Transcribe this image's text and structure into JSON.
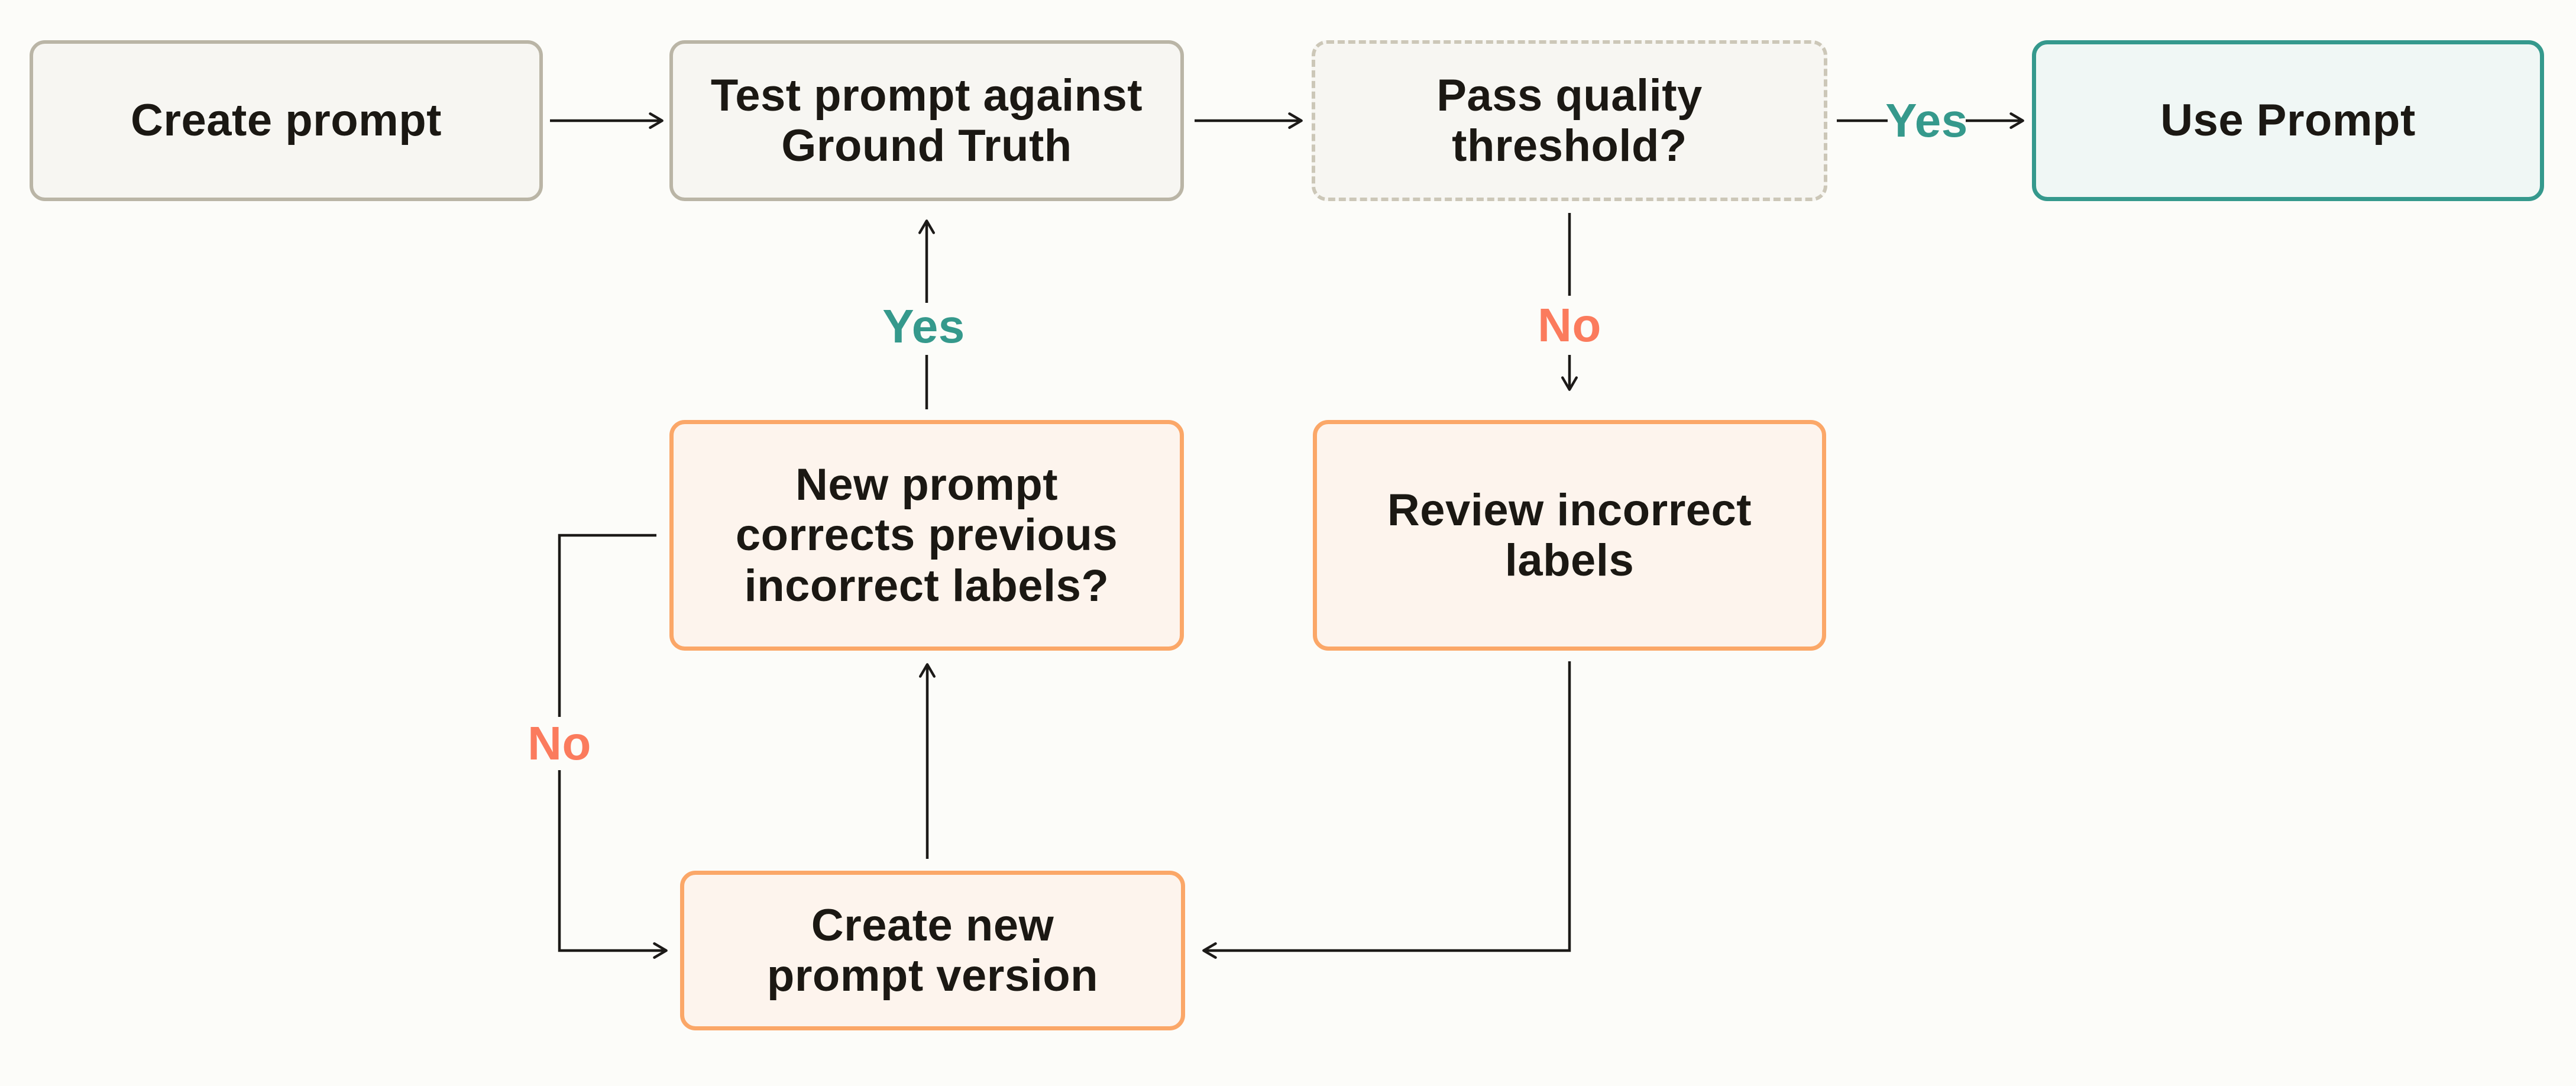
{
  "diagram": {
    "type": "flowchart",
    "nodes": {
      "create_prompt": {
        "label": "Create prompt",
        "style": "neutral"
      },
      "test_prompt": {
        "label": "Test prompt against\nGround Truth",
        "style": "neutral"
      },
      "pass_quality": {
        "label": "Pass quality\nthreshold?",
        "style": "dashed-decision"
      },
      "use_prompt": {
        "label": "Use Prompt",
        "style": "success"
      },
      "new_prompt_corrects": {
        "label": "New prompt\ncorrects previous\nincorrect labels?",
        "style": "warn-decision"
      },
      "review_incorrect": {
        "label": "Review incorrect\nlabels",
        "style": "warn"
      },
      "create_new_version": {
        "label": "Create new\nprompt version",
        "style": "warn"
      }
    },
    "edge_labels": {
      "pass_to_use": "Yes",
      "pass_to_review": "No",
      "corrects_to_test": "Yes",
      "corrects_to_new_version": "No"
    },
    "edges": [
      {
        "from": "create_prompt",
        "to": "test_prompt",
        "label": ""
      },
      {
        "from": "test_prompt",
        "to": "pass_quality",
        "label": ""
      },
      {
        "from": "pass_quality",
        "to": "use_prompt",
        "label": "Yes"
      },
      {
        "from": "pass_quality",
        "to": "review_incorrect",
        "label": "No"
      },
      {
        "from": "review_incorrect",
        "to": "create_new_version",
        "label": ""
      },
      {
        "from": "create_new_version",
        "to": "new_prompt_corrects",
        "label": ""
      },
      {
        "from": "new_prompt_corrects",
        "to": "test_prompt",
        "label": "Yes"
      },
      {
        "from": "new_prompt_corrects",
        "to": "create_new_version",
        "label": "No"
      }
    ]
  },
  "colors": {
    "background": "#fcfcf9",
    "neutral_fill": "#f7f6f2",
    "neutral_border": "#bab5a6",
    "dashed_border": "#ccc7b8",
    "success_fill": "#f0f7f5",
    "success_border": "#35998d",
    "warn_fill": "#fdf4ed",
    "warn_border": "#fba768",
    "yes": "#35998c",
    "no": "#fb7b5d",
    "line": "#1c1a18",
    "text": "#1b1813"
  }
}
